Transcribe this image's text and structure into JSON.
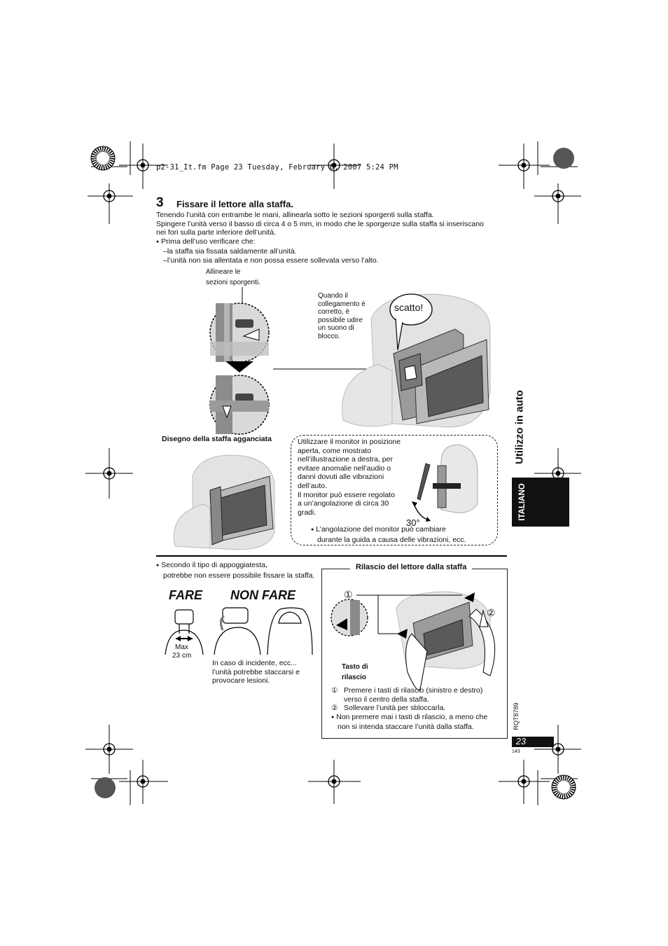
{
  "header": {
    "file_line": "p2-31_It.fm  Page 23  Tuesday, February 6, 2007  5:24 PM"
  },
  "step": {
    "number": "3",
    "title": "Fissare il lettore alla staffa.",
    "p1": "Tenendo l’unità con entrambe le mani, allinearla sotto le sezioni sporgenti sulla staffa.",
    "p2": "Spingere l’unità verso il basso di circa 4 o 5 mm, in modo che le sporgenze sulla staffa si inseriscano",
    "p3": "nei fori sulla parte inferiore dell’unità.",
    "b1": "Prima dell’uso verificare che:",
    "d1": "–la staffa sia fissata saldamente all’unità.",
    "d2": "–l’unità non sia allentata e non possa essere sollevata verso l’alto."
  },
  "figure": {
    "align_1": "Allineare le",
    "align_2": "sezioni sporgenti.",
    "click_1": "Quando il",
    "click_2": "collegamento è",
    "click_3": "corretto, è",
    "click_4": "possibile udire",
    "click_5": "un suono di",
    "click_6": "blocco.",
    "bubble": "scatto!",
    "hooked_caption": "Disegno della staffa agganciata"
  },
  "monitor_note": {
    "l1": "Utilizzare il monitor in posizione",
    "l2": "aperta, come mostrato",
    "l3": "nell’illustrazione a destra, per",
    "l4": "evitare anomalie nell’audio o",
    "l5": "danni dovuti alle vibrazioni",
    "l6": "dell’auto.",
    "l7": "Il monitor può essere regolato",
    "l8": "a un’angolazione di circa 30",
    "l9": "gradi.",
    "angle": "30°",
    "b1": "L’angolazione del monitor può cambiare",
    "b2": "durante la guida a causa delle vibrazioni, ecc."
  },
  "headrest": {
    "b1": "Secondo il tipo di appoggiatesta,",
    "b2": "potrebbe non essere possibile fissare la staffa.",
    "do_label": "FARE",
    "dont_label": "NON FARE",
    "max_1": "Max",
    "max_2": "23 cm",
    "warn_1": "In caso di incidente, ecc...",
    "warn_2": "l’unità potrebbe staccarsi e",
    "warn_3": "provocare lesioni."
  },
  "release": {
    "title": "Rilascio del lettore dalla staffa",
    "c1": "①",
    "c2": "②",
    "btn_1": "Tasto di",
    "btn_2": "rilascio",
    "s1_num": "①",
    "s1_a": "Premere i tasti di rilascio (sinistro e destro)",
    "s1_b": "verso il centro della staffa.",
    "s2_num": "②",
    "s2_a": "Sollevare l’unità per sbloccarla.",
    "n1": "Non premere mai i tasti di rilascio, a meno che",
    "n2": "non si intenda staccare l’unità dalla staffa."
  },
  "side": {
    "section": "Utilizzo in auto",
    "language": "ITALIANO",
    "model": "RQT8789",
    "page": "23",
    "sub": "143"
  }
}
